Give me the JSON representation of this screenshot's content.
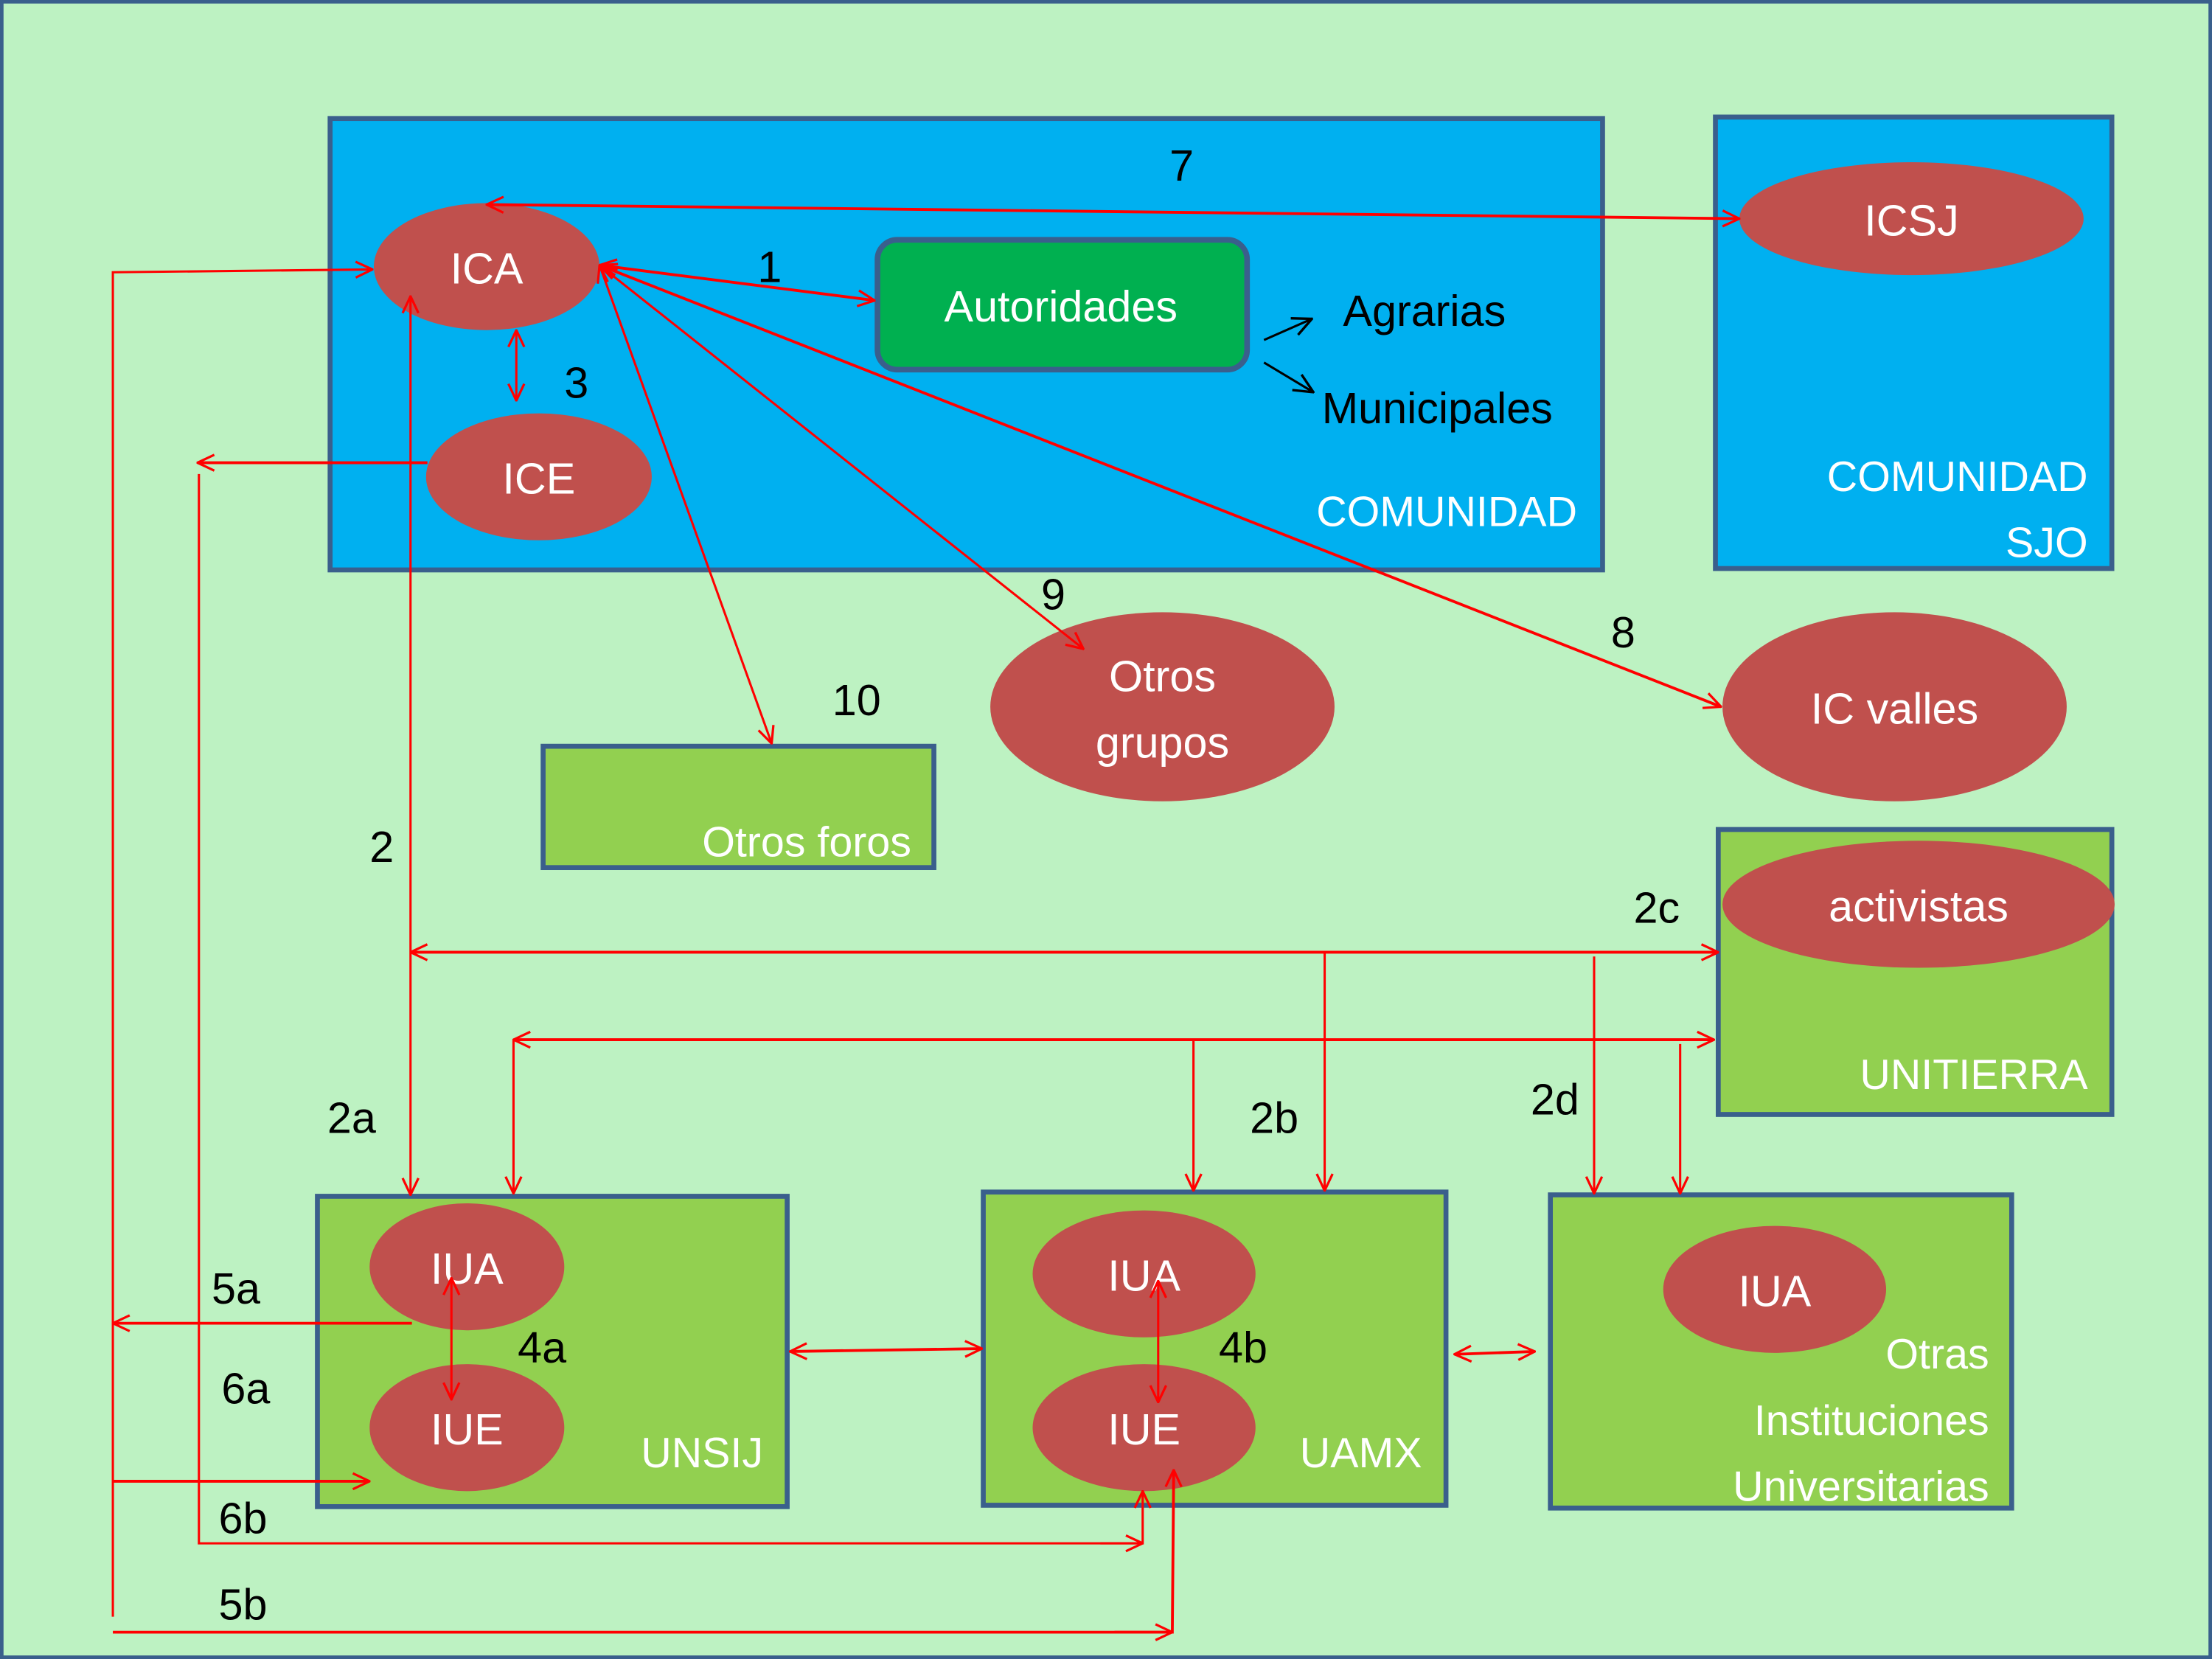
{
  "colors": {
    "background": "#bdf2c2",
    "frame_border": "#3a5f8c",
    "community_box": "#00b0f0",
    "institution_box": "#92d050",
    "authority_box": "#00b050",
    "node": "#c0504d",
    "edge": "#ff0000",
    "label_dark": "#000000",
    "label_light": "#ffffff"
  },
  "containers": {
    "comunidad": {
      "label": "COMUNIDAD"
    },
    "comunidad_sjo": {
      "label_line1": "COMUNIDAD",
      "label_line2": "SJO"
    },
    "otros_foros": {
      "label": "Otros foros"
    },
    "unitierra": {
      "label": "UNITIERRA"
    },
    "unsij": {
      "label": "UNSIJ"
    },
    "uamx": {
      "label": "UAMX"
    },
    "otras": {
      "label_line1": "Otras",
      "label_line2": "Instituciones",
      "label_line3": "Universitarias"
    }
  },
  "nodes": {
    "ica": "ICA",
    "ice": "ICE",
    "autoridades": "Autoridades",
    "agrarias": "Agrarias",
    "municipales": "Municipales",
    "icsj": "ICSJ",
    "otros_grupos_line1": "Otros",
    "otros_grupos_line2": "grupos",
    "ic_valles": "IC valles",
    "activistas": "activistas",
    "unsij_iua": "IUA",
    "unsij_iue": "IUE",
    "uamx_iua": "IUA",
    "uamx_iue": "IUE",
    "otras_iua": "IUA"
  },
  "edge_labels": {
    "e1": "1",
    "e2": "2",
    "e2a": "2a",
    "e2b": "2b",
    "e2c": "2c",
    "e2d": "2d",
    "e3": "3",
    "e4a": "4a",
    "e4b": "4b",
    "e5a": "5a",
    "e5b": "5b",
    "e6a": "6a",
    "e6b": "6b",
    "e7": "7",
    "e8": "8",
    "e9": "9",
    "e10": "10"
  }
}
